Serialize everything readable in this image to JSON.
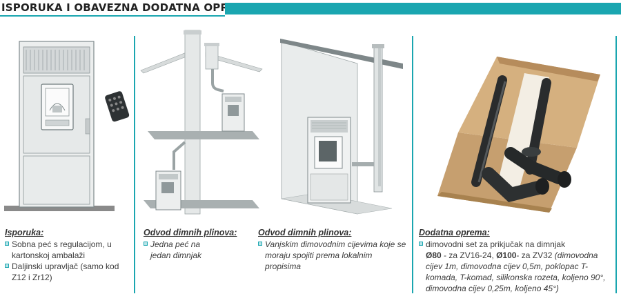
{
  "header": {
    "title": "ISPORUKA I OBAVEZNA DODATNA OPREMA:"
  },
  "col1": {
    "title": "Isporuka:",
    "items": [
      "Sobna peć s regulacijom, u kartonskoj ambalaži",
      "Daljinski upravljač (samo kod Z12 i Zr12)"
    ]
  },
  "col2": {
    "title": "Odvod dimnih plinova:",
    "items": [
      "Jedna peć na jedan dimnjak"
    ]
  },
  "col3": {
    "title": "Odvod dimnih plinova:",
    "items": [
      "Vanjskim dimovodnim cijevima koje se moraju spojiti prema lokalnim propisima"
    ]
  },
  "col4": {
    "title": "Dodatna oprema:",
    "item_intro": "dimovodni set za prikjučak na dimnjak",
    "d80": "Ø80",
    "d80_text": " - za ZV16-24, ",
    "d100": "Ø100",
    "d100_text": "- za ZV32 ",
    "detail": "(dimovodna cijev 1m, dimovodna cijev 0,5m, poklopac T-komada, T-komad, silikonska rozeta, koljeno 90°, dimovodna cijev 0,25m, koljeno 45°)"
  },
  "colors": {
    "accent": "#1aa6b0"
  }
}
